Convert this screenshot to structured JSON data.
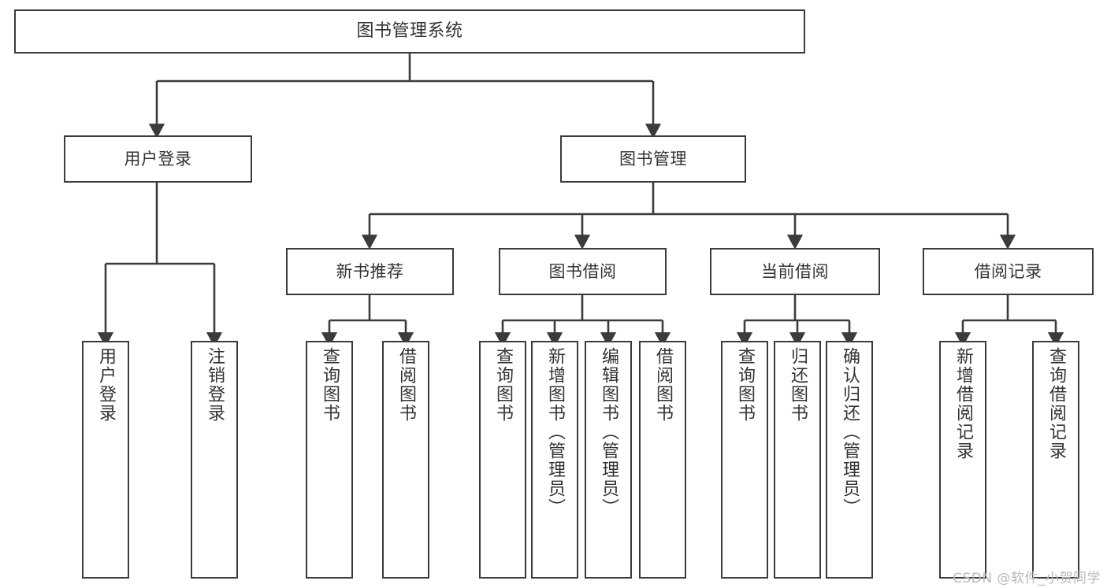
{
  "diagram": {
    "title": "图书管理系统",
    "watermark": "CSDN @软件_小贺同学",
    "colors": {
      "box_border": "#3b3b3b",
      "box_fill": "#ffffff",
      "text": "#333333",
      "edge": "#3b3b3b",
      "watermark": "#b9b9b9",
      "background": "#ffffff"
    },
    "levels": {
      "root": {
        "label": "图书管理系统"
      },
      "level2": [
        {
          "label": "用户登录"
        },
        {
          "label": "图书管理"
        }
      ],
      "level3": [
        {
          "label": "新书推荐"
        },
        {
          "label": "图书借阅"
        },
        {
          "label": "当前借阅"
        },
        {
          "label": "借阅记录"
        }
      ],
      "leaves": {
        "user_login": [
          {
            "label": "用户登录"
          },
          {
            "label": "注销登录"
          }
        ],
        "new_book": [
          {
            "label": "查询图书"
          },
          {
            "label": "借阅图书"
          }
        ],
        "book_borrow": [
          {
            "label": "查询图书"
          },
          {
            "label": "新增图书（管理员）"
          },
          {
            "label": "编辑图书（管理员）"
          },
          {
            "label": "借阅图书"
          }
        ],
        "current_borrow": [
          {
            "label": "查询图书"
          },
          {
            "label": "归还图书"
          },
          {
            "label": "确认归还（管理员）"
          }
        ],
        "borrow_record": [
          {
            "label": "新增借阅记录"
          },
          {
            "label": "查询借阅记录"
          }
        ]
      }
    }
  }
}
